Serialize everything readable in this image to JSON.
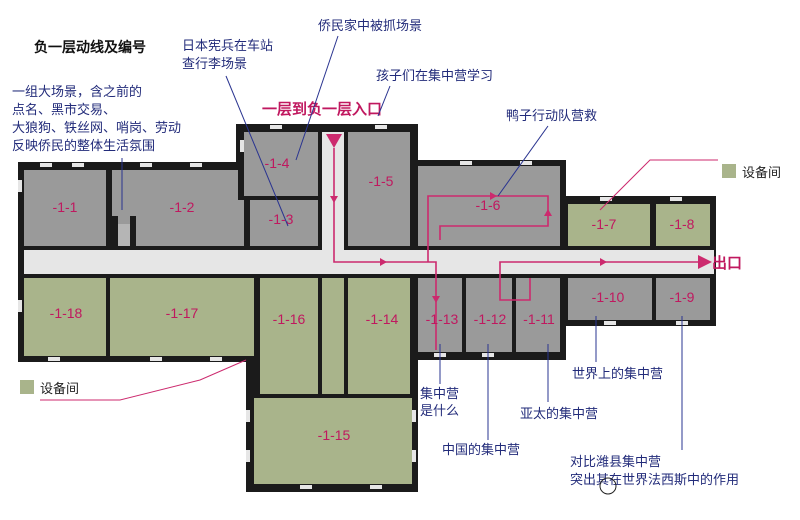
{
  "title": "负一层动线及编号",
  "colors": {
    "room_gray": "#9a9a9a",
    "room_green": "#a9b48b",
    "wall": "#1b1b1b",
    "corridor": "#e6e6e6",
    "route": "#cc2a6e",
    "label_blue": "#2a3490",
    "room_label": "#c0185f"
  },
  "rooms": {
    "r1_1": "-1-1",
    "r1_2": "-1-2",
    "r1_3": "-1-3",
    "r1_4": "-1-4",
    "r1_5": "-1-5",
    "r1_6": "-1-6",
    "r1_7": "-1-7",
    "r1_8": "-1-8",
    "r1_9": "-1-9",
    "r1_10": "-1-10",
    "r1_11": "-1-11",
    "r1_12": "-1-12",
    "r1_13": "-1-13",
    "r1_14": "-1-14",
    "r1_15": "-1-15",
    "r1_16": "-1-16",
    "r1_17": "-1-17",
    "r1_18": "-1-18"
  },
  "entrance": "一层到负一层入口",
  "exit": "出口",
  "legend": {
    "equipment": "设备间",
    "equipment_bottom": "设备间"
  },
  "annotations": {
    "group": [
      "一组大场景，含之前的",
      "点名、黑市交易、",
      "大狼狗、铁丝网、哨岗、劳动",
      "反映侨民的整体生活氛围"
    ],
    "japan": [
      "日本宪兵在车站",
      "查行李场景"
    ],
    "search": "侨民家中被抓场景",
    "children": "孩子们在集中营学习",
    "rescue": "鸭子行动队营救",
    "what": [
      "集中营",
      "是什么"
    ],
    "china": "中国的集中营",
    "asia": "亚太的集中营",
    "world": "世界上的集中营",
    "weixian": [
      "对比潍县集中营",
      "突出其在世界法西斯中的作用"
    ]
  }
}
